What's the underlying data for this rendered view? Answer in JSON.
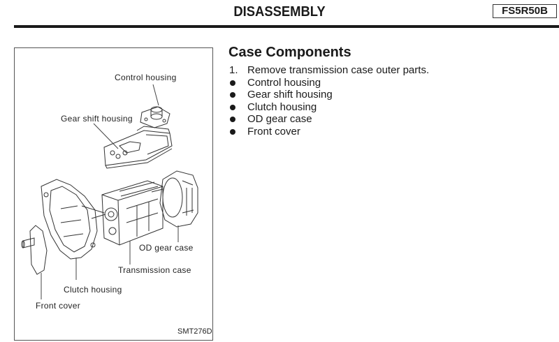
{
  "header": {
    "title": "DISASSEMBLY",
    "model_code": "FS5R50B"
  },
  "figure": {
    "figure_id": "SMT276D",
    "labels": {
      "control_housing": "Control housing",
      "gear_shift_housing": "Gear shift housing",
      "od_gear_case": "OD gear case",
      "transmission_case": "Transmission case",
      "clutch_housing": "Clutch housing",
      "front_cover": "Front cover"
    }
  },
  "section": {
    "title": "Case Components",
    "step": {
      "number": "1.",
      "text": "Remove transmission case outer parts."
    },
    "bullets": [
      "Control housing",
      "Gear shift housing",
      "Clutch housing",
      "OD gear case",
      "Front cover"
    ]
  }
}
